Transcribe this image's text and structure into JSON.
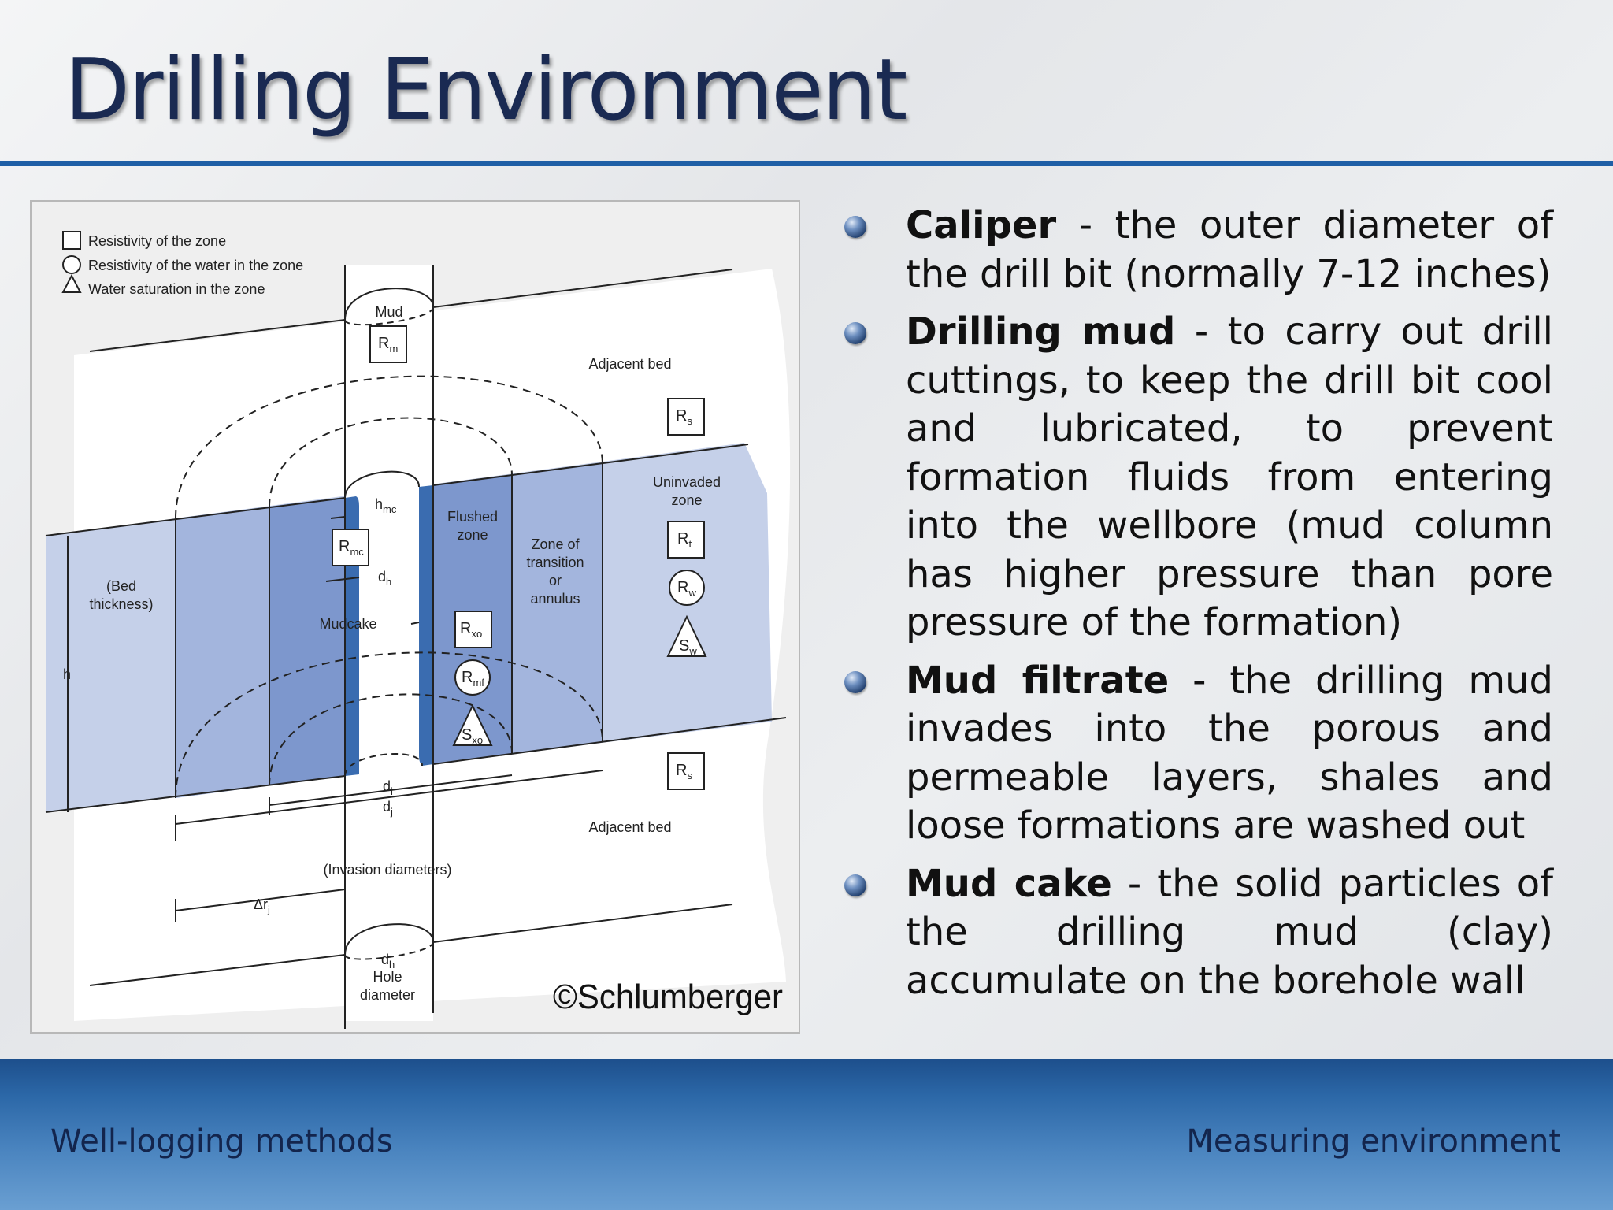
{
  "slide": {
    "title": "Drilling Environment"
  },
  "figure": {
    "legend": {
      "square": "Resistivity of the zone",
      "circle": "Resistivity of the water in the zone",
      "triangle": "Water saturation in the zone"
    },
    "labels": {
      "mud": "Mud",
      "adjacent_bed_top": "Adjacent bed",
      "adjacent_bed_bottom": "Adjacent bed",
      "uninvaded_zone_1": "Uninvaded",
      "uninvaded_zone_2": "zone",
      "flushed_zone_1": "Flushed",
      "flushed_zone_2": "zone",
      "transition_1": "Zone of",
      "transition_2": "transition",
      "transition_3": "or",
      "transition_4": "annulus",
      "bed_thickness_1": "(Bed",
      "bed_thickness_2": "thickness)",
      "mudcake": "Mudcake",
      "h": "h",
      "hmc": "h",
      "hmc_sub": "mc",
      "dh_mid": "d",
      "dh_mid_sub": "h",
      "di": "d",
      "di_sub": "i",
      "dj": "d",
      "dj_sub": "j",
      "invasion": "(Invasion diameters)",
      "delta_rj": "Δr",
      "delta_rj_sub": "j",
      "dh_bottom": "d",
      "dh_bottom_sub": "h",
      "hole_1": "Hole",
      "hole_2": "diameter",
      "copyright": "©Schlumberger"
    },
    "symbols": {
      "rm": "R",
      "rm_sub": "m",
      "rs_top": "R",
      "rs_top_sub": "s",
      "rt": "R",
      "rt_sub": "t",
      "rw": "R",
      "rw_sub": "w",
      "sw": "S",
      "sw_sub": "w",
      "rmc": "R",
      "rmc_sub": "mc",
      "rxo": "R",
      "rxo_sub": "xo",
      "rmf": "R",
      "rmf_sub": "mf",
      "sxo": "S",
      "sxo_sub": "xo",
      "rs_bottom": "R",
      "rs_bottom_sub": "s"
    },
    "colors": {
      "outer_zone": "#c5d0e9",
      "transition_zone": "#a3b5dd",
      "flushed_zone": "#7d97cd",
      "mudcake": "#3a6cb0"
    }
  },
  "bullets": [
    {
      "term": "Caliper",
      "text": " - the outer diameter of the drill bit (normally 7-12 inches)"
    },
    {
      "term": "Drilling mud",
      "text": " - to carry out drill cuttings, to keep the drill bit cool and lubricated, to prevent formation fluids from entering into the wellbore (mud column has higher pressure than pore pressure of the formation)"
    },
    {
      "term": "Mud filtrate",
      "text": " - the drilling mud invades into the porous and permeable layers, shales and loose formations are washed out"
    },
    {
      "term": "Mud cake",
      "text": " - the solid particles of the drilling mud (clay) accumulate on the borehole wall"
    }
  ],
  "footer": {
    "left": "Well-logging methods",
    "right": "Measuring environment"
  }
}
